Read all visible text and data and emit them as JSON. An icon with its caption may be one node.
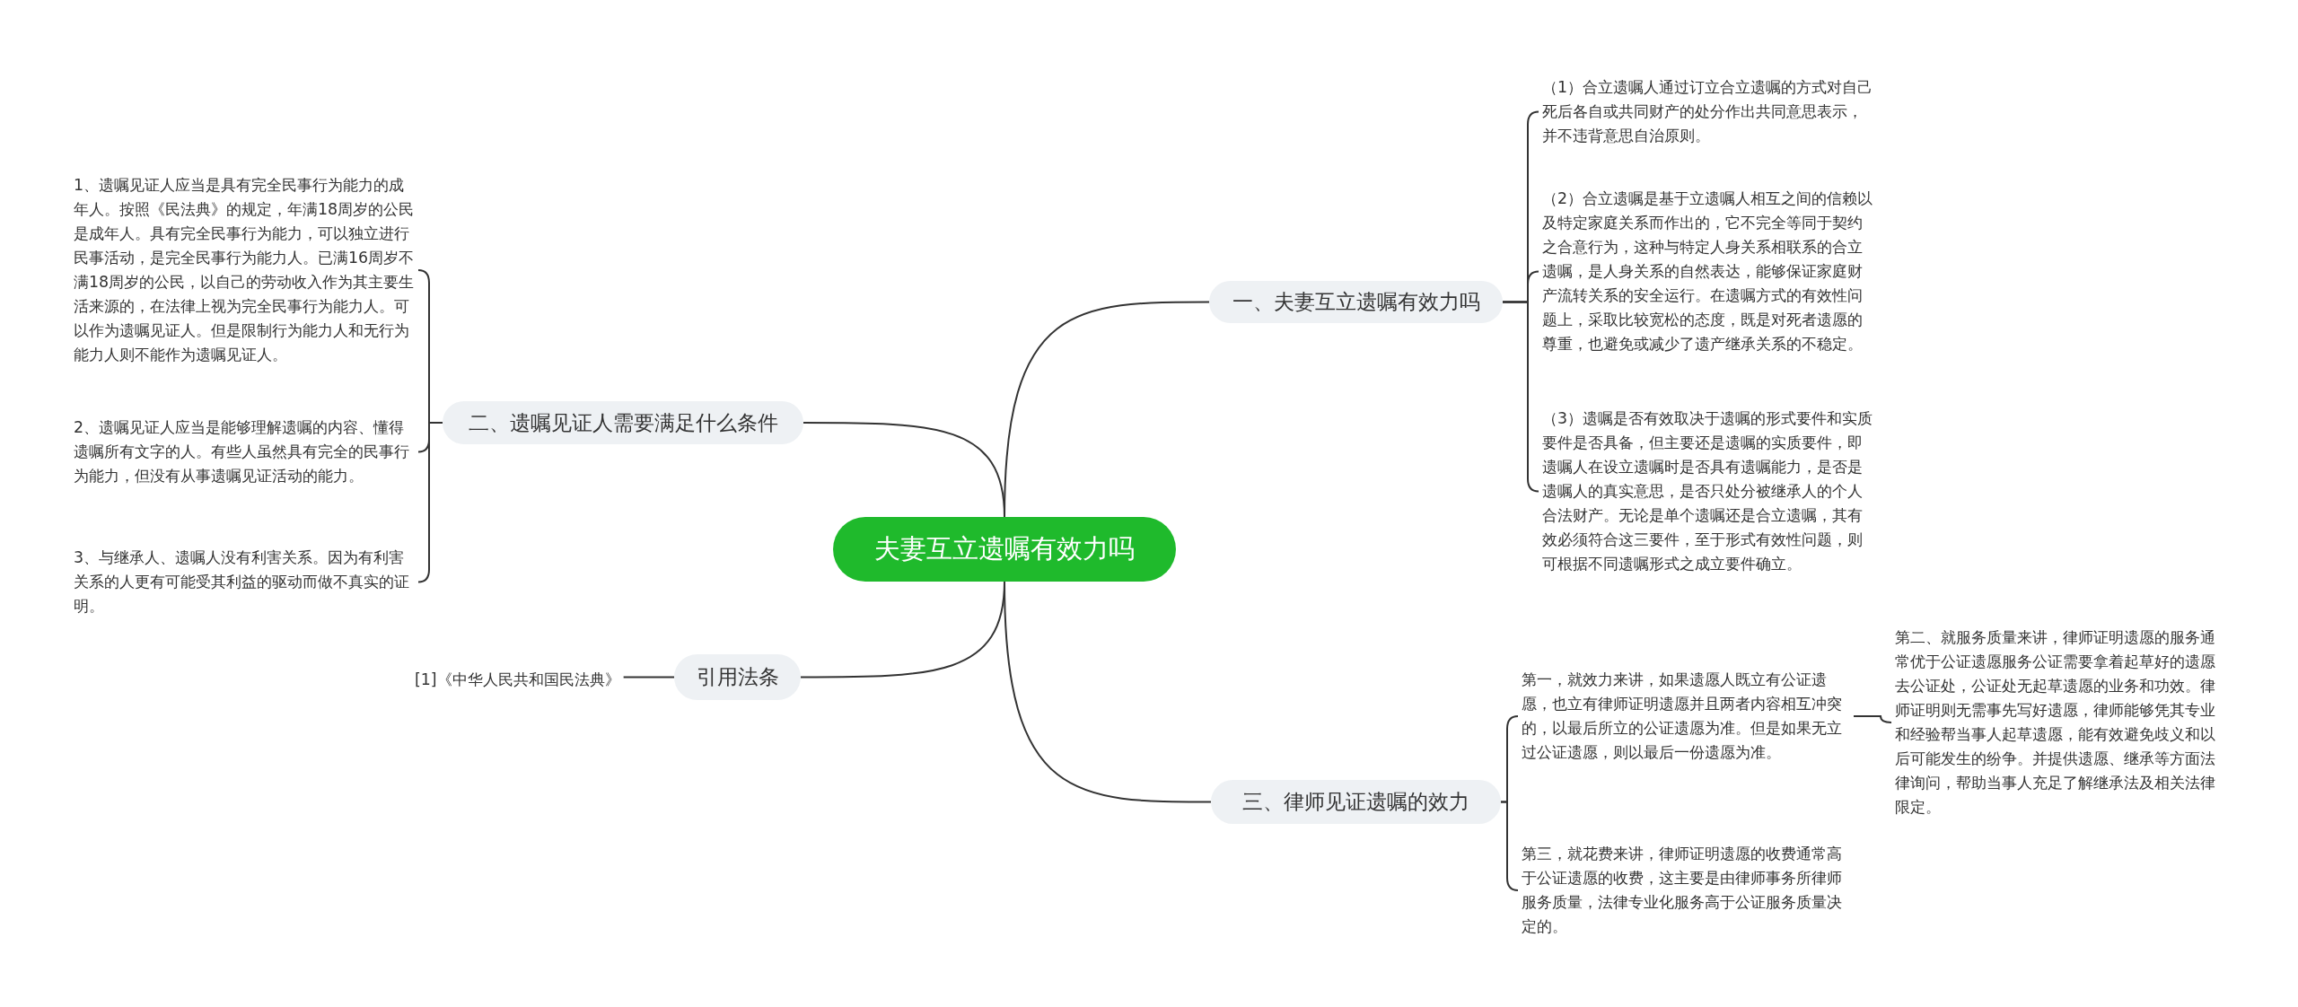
{
  "diagram": {
    "nodes": [
      {
        "text": [
          "夫妻互立遗嘱有效力吗"
        ]
      },
      {
        "text": [
          "一、夫妻互立遗嘱有效力吗"
        ]
      },
      {
        "text": [
          "（1）合立遗嘱人通过订立合立遗嘱的方式对自己死后各自或共同财产的处分作出共同意思表示，并不违背意思自治原则。"
        ]
      },
      {
        "text": [
          "（2）合立遗嘱是基于立遗嘱人相互之间的信赖以及特定家庭关系而作出的，它不完全等同于契约之合意行为，这种与特定人身关系相联系的合立遗嘱，是人身关系的自然表达，能够保证家庭财产流转关系的安全运行。在遗嘱方式的有效性问题上，采取比较宽松的态度，既是对死者遗愿的尊重，也避免或减少了遗产继承关系的不稳定。"
        ]
      },
      {
        "text": [
          "（3）遗嘱是否有效取决于遗嘱的形式要件和实质要件是否具备，但主要还是遗嘱的实质要件，即遗嘱人在设立遗嘱时是否具有遗嘱能力，是否是遗嘱人的真实意思，是否只处分被继承人的个人合法财产。无论是单个遗嘱还是合立遗嘱，其有效必须符合这三要件，至于形式有效性问题，则可根据不同遗嘱形式之成立要件确立。"
        ]
      },
      {
        "text": [
          "二、遗嘱见证人需要满足什么条件"
        ]
      },
      {
        "text": [
          "1、遗嘱见证人应当是具有完全民事行为能力的成年人。按照《民法典》的规定，年满18周岁的公民是成年人。具有完全民事行为能力，可以独立进行民事活动，是完全民事行为能力人。已满16周岁不满18周岁的公民，以自己的劳动收入作为其主要生活来源的，在法律上视为完全民事行为能力人。可以作为遗嘱见证人。但是限制行为能力人和无行为能力人则不能作为遗嘱见证人。"
        ]
      },
      {
        "text": [
          "2、遗嘱见证人应当是能够理解遗嘱的内容、懂得遗嘱所有文字的人。有些人虽然具有完全的民事行为能力，但没有从事遗嘱见证活动的能力。"
        ]
      },
      {
        "text": [
          "3、与继承人、遗嘱人没有利害关系。因为有利害关系的人更有可能受其利益的驱动而做不真实的证明。"
        ]
      },
      {
        "text": [
          "引用法条"
        ]
      },
      {
        "text": [
          "[1]《中华人民共和国民法典》"
        ]
      },
      {
        "text": [
          "三、律师见证遗嘱的效力"
        ]
      },
      {
        "text": [
          "第一，就效力来讲，如果遗愿人既立有公证遗愿，也立有律师证明遗愿并且两者内容相互冲突的，以最后所立的公证遗愿为准。但是如果无立过公证遗愿，则以最后一份遗愿为准。"
        ]
      },
      {
        "text": [
          "第二、就服务质量来讲，律师证明遗愿的服务通常优于公证遗愿服务公证需要拿着起草好的遗愿去公证处，公证处无起草遗愿的业务和功效。律师证明则无需事先写好遗愿，律师能够凭其专业和经验帮当事人起草遗愿，能有效避免歧义和以后可能发生的纷争。并提供遗愿、继承等方面法律询问，帮助当事人充足了解继承法及相关法律限定。"
        ]
      },
      {
        "text": [
          "第三，就花费来讲，律师证明遗愿的收费通常高于公证遗愿的收费，这主要是由律师事务所律师服务质量，法律专业化服务高于公证服务质量决定的。"
        ]
      }
    ],
    "edges": [
      {
        "from": 0,
        "to": 1,
        "arrow": "none"
      },
      {
        "from": 1,
        "to": 2,
        "arrow": "none"
      },
      {
        "from": 1,
        "to": 3,
        "arrow": "none"
      },
      {
        "from": 1,
        "to": 4,
        "arrow": "none"
      },
      {
        "from": 0,
        "to": 5,
        "arrow": "none"
      },
      {
        "from": 5,
        "to": 6,
        "arrow": "none"
      },
      {
        "from": 5,
        "to": 7,
        "arrow": "none"
      },
      {
        "from": 5,
        "to": 8,
        "arrow": "none"
      },
      {
        "from": 0,
        "to": 9,
        "arrow": "none"
      },
      {
        "from": 9,
        "to": 10,
        "arrow": "none"
      },
      {
        "from": 0,
        "to": 11,
        "arrow": "none"
      },
      {
        "from": 11,
        "to": 12,
        "arrow": "none"
      },
      {
        "from": 12,
        "to": 13,
        "arrow": "none"
      },
      {
        "from": 11,
        "to": 14,
        "arrow": "none"
      }
    ]
  }
}
